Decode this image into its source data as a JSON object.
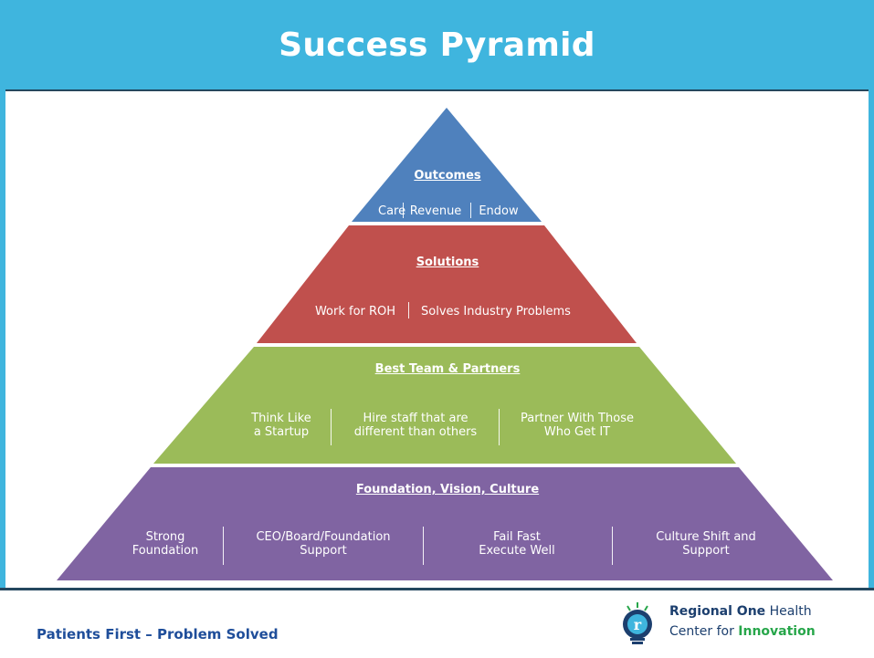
{
  "header": {
    "title": "Success Pyramid"
  },
  "pyramid": {
    "outcomes": {
      "title": "Outcomes",
      "items": [
        "Care",
        "Revenue",
        "Endow"
      ],
      "color": "#4f81bd"
    },
    "solutions": {
      "title": "Solutions",
      "items": [
        "Work for ROH",
        "Solves Industry Problems"
      ],
      "color": "#c0504d"
    },
    "team": {
      "title": "Best Team & Partners",
      "items": [
        {
          "line1": "Think Like",
          "line2": "a Startup"
        },
        {
          "line1": "Hire staff that are",
          "line2": "different than others"
        },
        {
          "line1": "Partner With Those",
          "line2": "Who Get IT"
        }
      ],
      "color": "#9bbb59"
    },
    "foundation": {
      "title": "Foundation, Vision, Culture",
      "items": [
        {
          "line1": "Strong",
          "line2": "Foundation"
        },
        {
          "line1": "CEO/Board/Foundation",
          "line2": "Support"
        },
        {
          "line1": "Fail Fast",
          "line2": "Execute Well"
        },
        {
          "line1": "Culture Shift and",
          "line2": "Support"
        }
      ],
      "color": "#8064a2"
    }
  },
  "footer": {
    "tagline": "Patients First – Problem Solved",
    "logo": {
      "icon_letter": "r",
      "line1_bold": "Regional One",
      "line1_rest": " Health",
      "line2_rest": "Center for ",
      "line2_bold": "Innovation"
    }
  }
}
